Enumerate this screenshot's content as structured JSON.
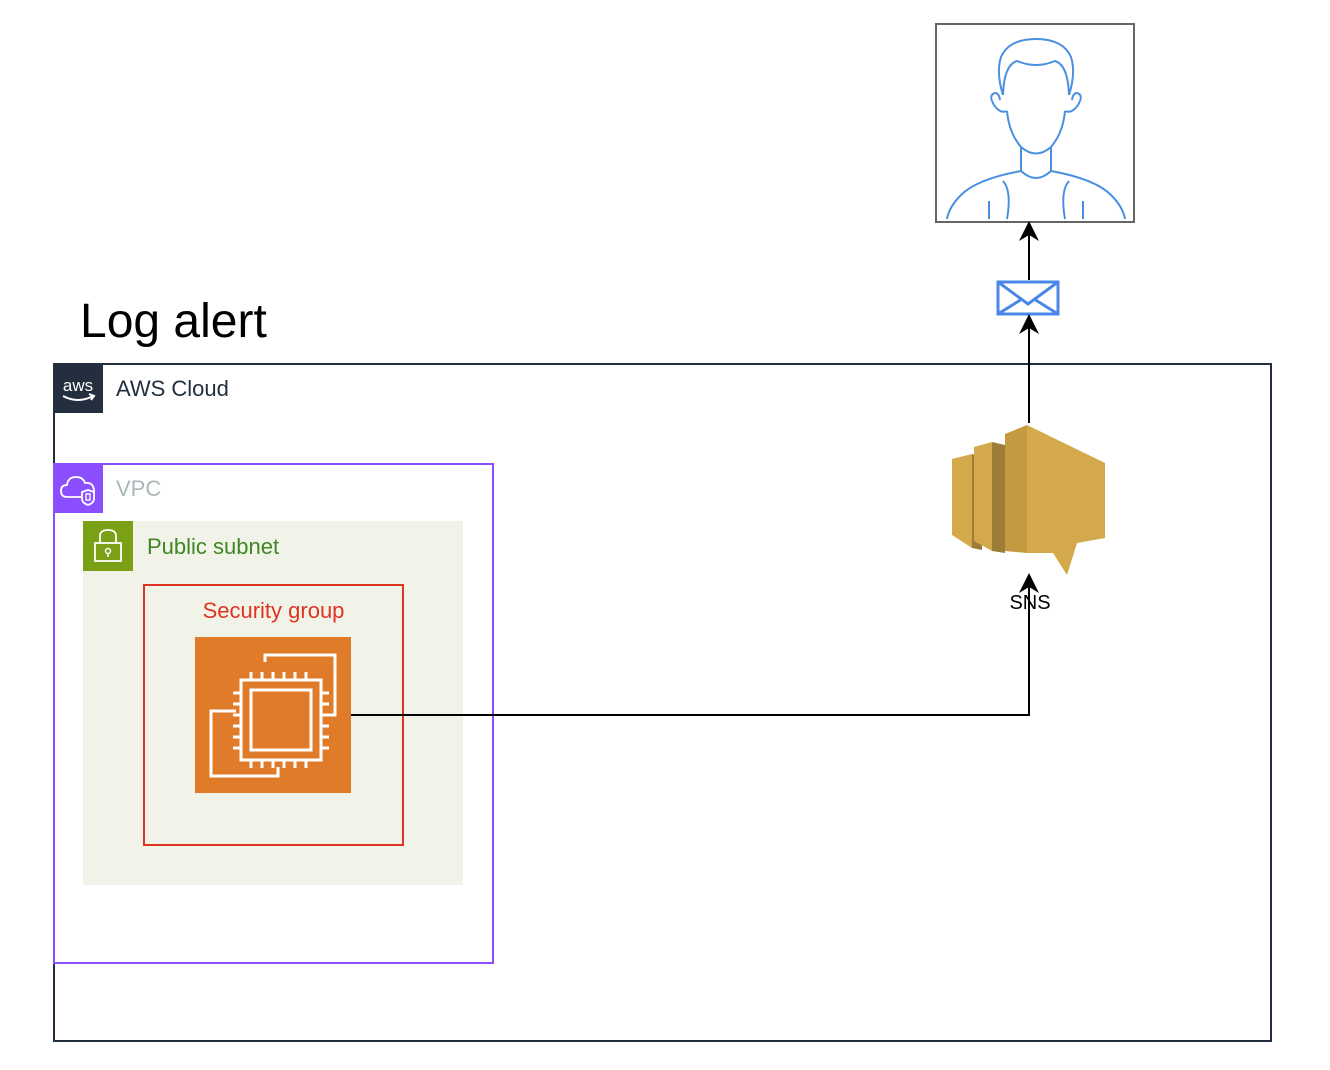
{
  "diagram": {
    "title": "Log alert",
    "aws_cloud": {
      "label": "AWS Cloud",
      "icon": "aws-logo-icon"
    },
    "vpc": {
      "label": "VPC",
      "icon": "vpc-cloud-icon"
    },
    "public_subnet": {
      "label": "Public subnet",
      "icon": "lock-icon"
    },
    "security_group": {
      "label": "Security group"
    },
    "ec2_instance": {
      "icon": "ec2-instance-icon"
    },
    "sns": {
      "label": "SNS",
      "icon": "sns-icon"
    },
    "email": {
      "icon": "envelope-icon"
    },
    "user": {
      "icon": "user-icon"
    },
    "colors": {
      "aws_cloud": "#232f3e",
      "vpc": "#8c4fff",
      "public_subnet": "#7aa116",
      "security_group": "#dd3522",
      "ec2": "#e07b2a",
      "sns": "#d4a94c",
      "email": "#4a86e8",
      "user": "#4a90e2"
    }
  }
}
